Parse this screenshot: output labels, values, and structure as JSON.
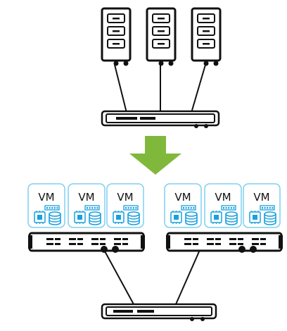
{
  "colors": {
    "outline": "#111111",
    "vm_border": "#7fcff0",
    "vm_icon": "#1aa0dd",
    "arrow": "#80b83c",
    "background": "#ffffff"
  },
  "icons": {
    "physical_server": "server-tower-icon",
    "switch": "network-switch-icon",
    "arrow": "arrow-down-icon",
    "rack_server": "rack-server-icon",
    "vm_cpu": "cpu-chip-icon",
    "vm_disk": "database-disk-icon",
    "vm_ram": "memory-module-icon"
  },
  "physical_servers": [
    {
      "id": "server-1"
    },
    {
      "id": "server-2"
    },
    {
      "id": "server-3"
    }
  ],
  "vm_hosts": [
    {
      "id": "host-left",
      "vms": [
        {
          "label": "VM"
        },
        {
          "label": "VM"
        },
        {
          "label": "VM"
        }
      ]
    },
    {
      "id": "host-right",
      "vms": [
        {
          "label": "VM"
        },
        {
          "label": "VM"
        },
        {
          "label": "VM"
        }
      ]
    }
  ]
}
